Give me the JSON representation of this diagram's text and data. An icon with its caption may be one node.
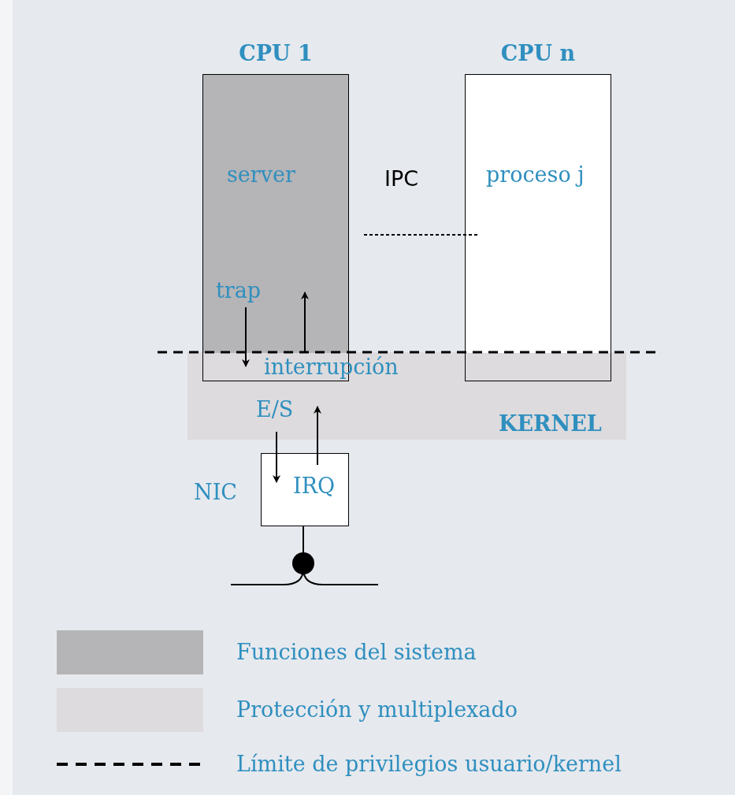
{
  "diagram": {
    "nodes": [
      {
        "text": [
          "CPU 1",
          "server"
        ]
      },
      {
        "text": [
          "CPU n",
          "proceso j"
        ]
      },
      {
        "text": [
          "KERNEL"
        ]
      },
      {
        "text": [
          "NIC",
          "IRQ"
        ]
      },
      {
        "text": [],
        "shape": "circle"
      }
    ],
    "edges": [
      {
        "from": 0,
        "to": 1,
        "arrow": "none",
        "label": "IPC",
        "style": "dashed"
      },
      {
        "from": 0,
        "to": 2,
        "arrow": "to",
        "label": "trap"
      },
      {
        "from": 2,
        "to": 0,
        "arrow": "to",
        "label": "interrupción"
      },
      {
        "from": 2,
        "to": 3,
        "arrow": "to",
        "label": "E/S"
      },
      {
        "from": 3,
        "to": 2,
        "arrow": "to"
      },
      {
        "from": 3,
        "to": 4,
        "arrow": "none"
      }
    ],
    "legend": [
      {
        "text": "Funciones del sistema",
        "color": "#b5b4b6"
      },
      {
        "text": "Protección y multiplexado",
        "color": "#dddbdd"
      },
      {
        "text": "Límite de privilegios usuario/kernel"
      }
    ]
  }
}
